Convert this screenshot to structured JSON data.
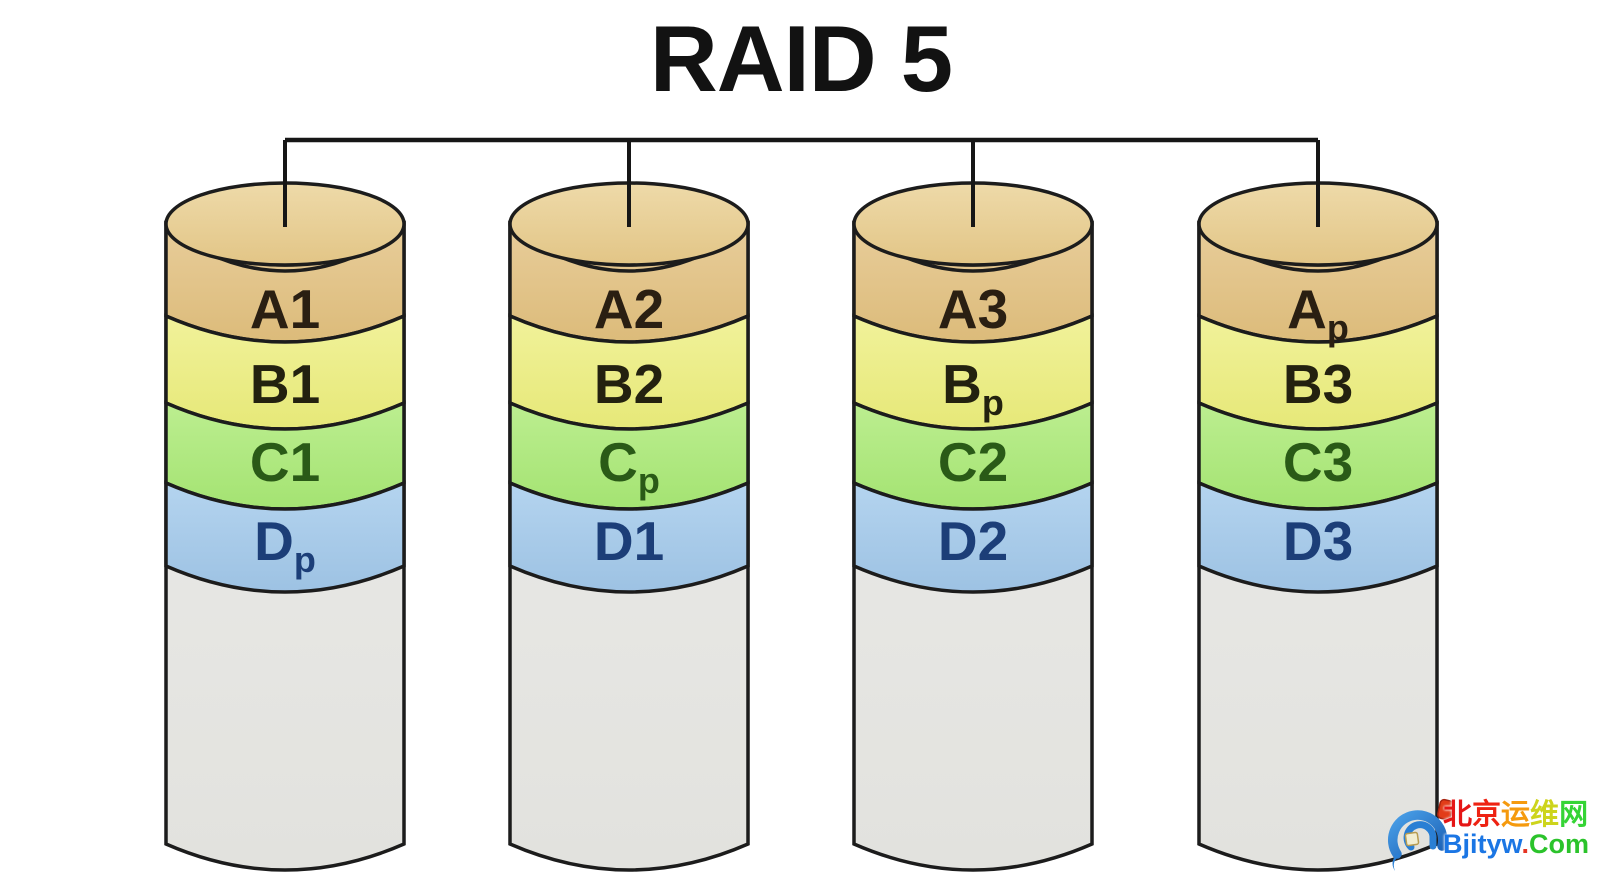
{
  "title": "RAID 5",
  "diagram": {
    "disks": [
      {
        "id": "disk-1",
        "blocks": [
          {
            "base": "A1",
            "sub": ""
          },
          {
            "base": "B1",
            "sub": ""
          },
          {
            "base": "C1",
            "sub": ""
          },
          {
            "base": "D",
            "sub": "p"
          }
        ]
      },
      {
        "id": "disk-2",
        "blocks": [
          {
            "base": "A2",
            "sub": ""
          },
          {
            "base": "B2",
            "sub": ""
          },
          {
            "base": "C",
            "sub": "p"
          },
          {
            "base": "D1",
            "sub": ""
          }
        ]
      },
      {
        "id": "disk-3",
        "blocks": [
          {
            "base": "A3",
            "sub": ""
          },
          {
            "base": "B",
            "sub": "p"
          },
          {
            "base": "C2",
            "sub": ""
          },
          {
            "base": "D2",
            "sub": ""
          }
        ]
      },
      {
        "id": "disk-4",
        "blocks": [
          {
            "base": "A",
            "sub": "p"
          },
          {
            "base": "B3",
            "sub": ""
          },
          {
            "base": "C3",
            "sub": ""
          },
          {
            "base": "D3",
            "sub": ""
          }
        ]
      }
    ],
    "palette": {
      "outline": "#1c1c1c",
      "connector": "#161616",
      "top_cap": [
        "#eedaa9",
        "#e2c586"
      ],
      "rows": {
        "A": {
          "fill": [
            "#e8cd9a",
            "#dcbb7a"
          ],
          "text": "#2a1f12"
        },
        "B": {
          "fill": [
            "#f1f29a",
            "#e6e878"
          ],
          "text": "#23210f"
        },
        "C": {
          "fill": [
            "#bcee90",
            "#a4e372"
          ],
          "text": "#2a5a17"
        },
        "D": {
          "fill": [
            "#b4d4ef",
            "#9dc2e3"
          ],
          "text": "#1c3e78"
        }
      },
      "body": [
        "#ececea",
        "#e2e2de"
      ]
    }
  },
  "watermark": {
    "site_name_chars": [
      {
        "ch": "北",
        "color": "#e51616"
      },
      {
        "ch": "京",
        "color": "#ee2212"
      },
      {
        "ch": "运",
        "color": "#f59a0e"
      },
      {
        "ch": "维",
        "color": "#cdd41c"
      },
      {
        "ch": "网",
        "color": "#35d435"
      }
    ],
    "domain_parts": [
      {
        "t": "Bjityw",
        "color": "#1b76e4"
      },
      {
        "t": ".",
        "color": "#e53322"
      },
      {
        "t": "Com",
        "color": "#2bc32b"
      }
    ],
    "logo_colors": {
      "swoosh_light": "#4aa0e8",
      "swoosh_dark": "#1a5fb4",
      "dot": "#e23c18",
      "square": "#f2eed2"
    }
  }
}
